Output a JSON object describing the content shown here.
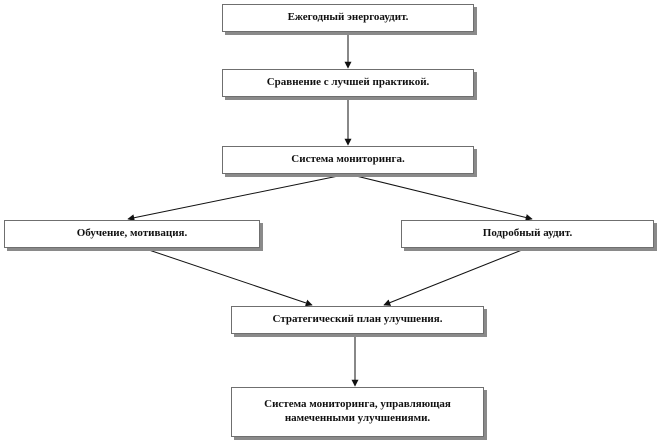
{
  "diagram": {
    "nodes": [
      {
        "id": "n1",
        "label": "Ежегодный энергоаудит."
      },
      {
        "id": "n2",
        "label": "Сравнение с лучшей практикой."
      },
      {
        "id": "n3",
        "label": "Система мониторинга."
      },
      {
        "id": "n4",
        "label": "Обучение, мотивация."
      },
      {
        "id": "n5",
        "label": "Подробный аудит."
      },
      {
        "id": "n6",
        "label": "Стратегический план улучшения."
      },
      {
        "id": "n7",
        "label": "Система мониторинга, управляющая намеченными улучшениями."
      }
    ],
    "edges": [
      {
        "from": "n1",
        "to": "n2"
      },
      {
        "from": "n2",
        "to": "n3"
      },
      {
        "from": "n3",
        "to": "n4"
      },
      {
        "from": "n3",
        "to": "n5"
      },
      {
        "from": "n4",
        "to": "n6"
      },
      {
        "from": "n5",
        "to": "n6"
      },
      {
        "from": "n6",
        "to": "n7"
      }
    ],
    "line_color": "#111111",
    "border_color": "#6f6f6f",
    "shadow_color": "#8a8a8a"
  }
}
